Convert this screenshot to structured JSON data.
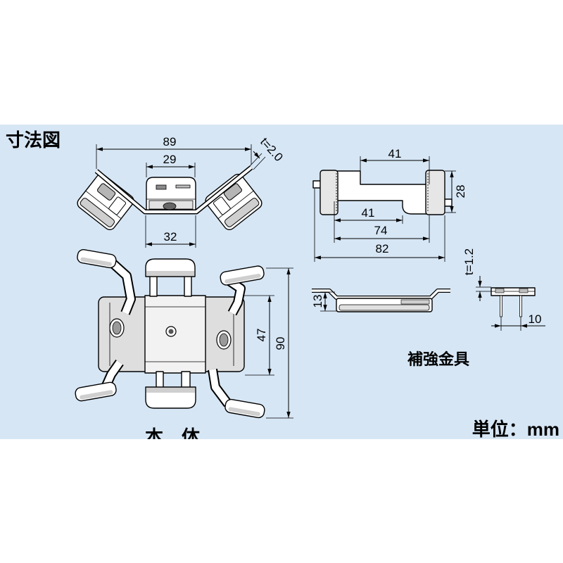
{
  "title": "寸法図",
  "unit_label": "単位：mm",
  "colors": {
    "background_band": "#d6e6f5",
    "line": "#000000"
  },
  "main_body": {
    "label": "本　体",
    "dimensions": {
      "overall_span": "89",
      "center_top_width": "29",
      "plate_thickness": "t=2.0",
      "center_bottom_width": "32",
      "inner_length": "47",
      "overall_length": "90"
    }
  },
  "reinforcement_bracket": {
    "label": "補強金具",
    "dimensions": {
      "top_slot_length": "41",
      "width": "28",
      "bottom_slot_length": "41",
      "inner_length": "74",
      "overall_length": "82",
      "plate_thickness": "t=1.2",
      "side_height": "13",
      "leg_spacing": "10"
    }
  }
}
